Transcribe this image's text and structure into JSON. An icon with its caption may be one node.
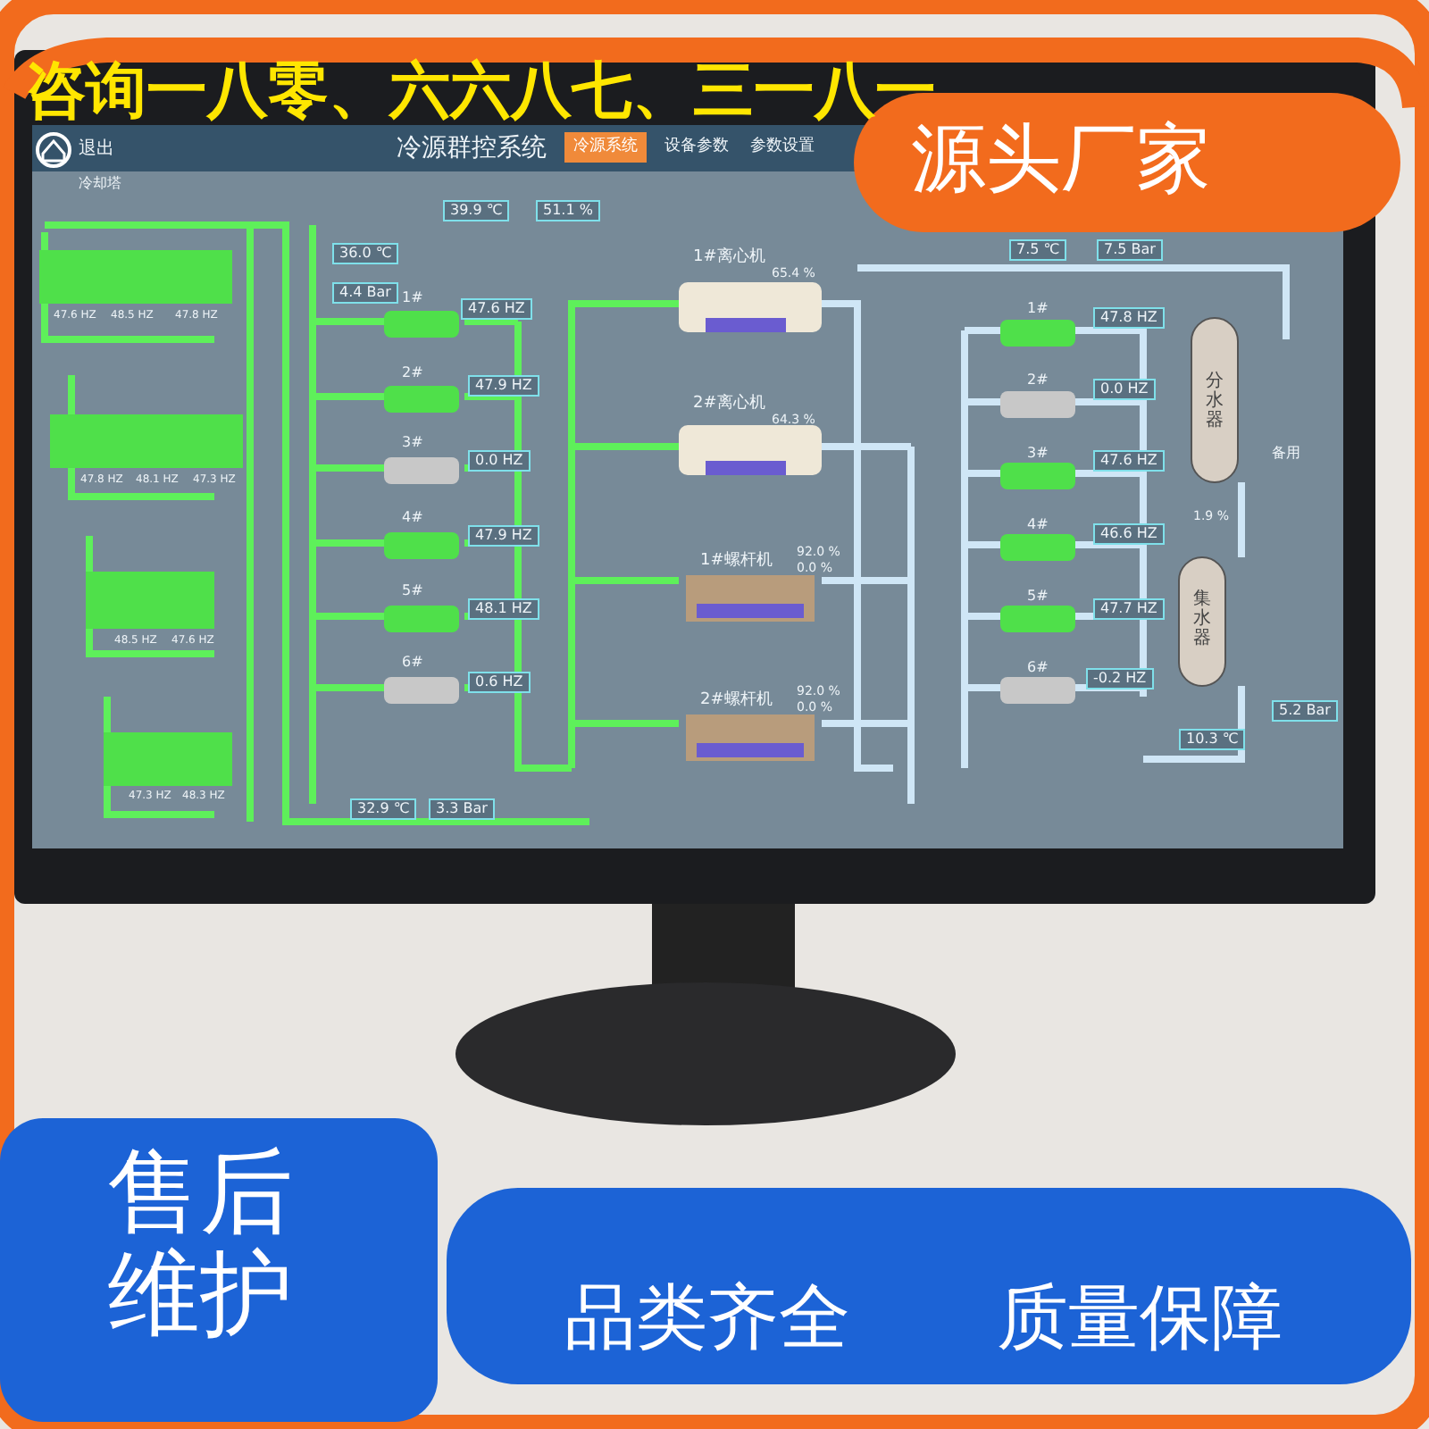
{
  "diagram": {
    "labels": [
      "咨询一八零、六六八七、三一八一",
      "源头厂家",
      "退出",
      "冷源群控系统",
      "冷源系统",
      "设备参数",
      "参数设置",
      "冷却塔",
      "39.9 ℃",
      "51.1 %",
      "36.0 ℃",
      "7.5 ℃",
      "7.5 Bar",
      "1#离心机",
      "65.4 %",
      "4.4 Bar",
      "47.6 HZ",
      "48.5 HZ",
      "47.8 HZ",
      "1#",
      "47.6 HZ",
      "1#",
      "47.8 HZ",
      "2#",
      "47.9 HZ",
      "2#离心机",
      "64.3 %",
      "2#",
      "0.0 HZ",
      "分水器",
      "3#",
      "0.0 HZ",
      "3#",
      "47.6 HZ",
      "备用",
      "47.8 HZ",
      "48.1 HZ",
      "47.3 HZ",
      "4#",
      "47.9 HZ",
      "1#螺杆机",
      "92.0 %",
      "0.0 %",
      "4#",
      "46.6 HZ",
      "1.9 %",
      "5#",
      "48.1 HZ",
      "5#",
      "47.7 HZ",
      "集水器",
      "48.5 HZ",
      "47.6 HZ",
      "6#",
      "0.6 HZ",
      "2#螺杆机",
      "92.0 %",
      "0.0 %",
      "6#",
      "-0.2 HZ",
      "5.2 Bar",
      "10.3 ℃",
      "47.3 HZ",
      "48.3 HZ",
      "32.9 ℃",
      "3.3 Bar",
      "售后维护",
      "品类齐全",
      "质量保障"
    ]
  }
}
